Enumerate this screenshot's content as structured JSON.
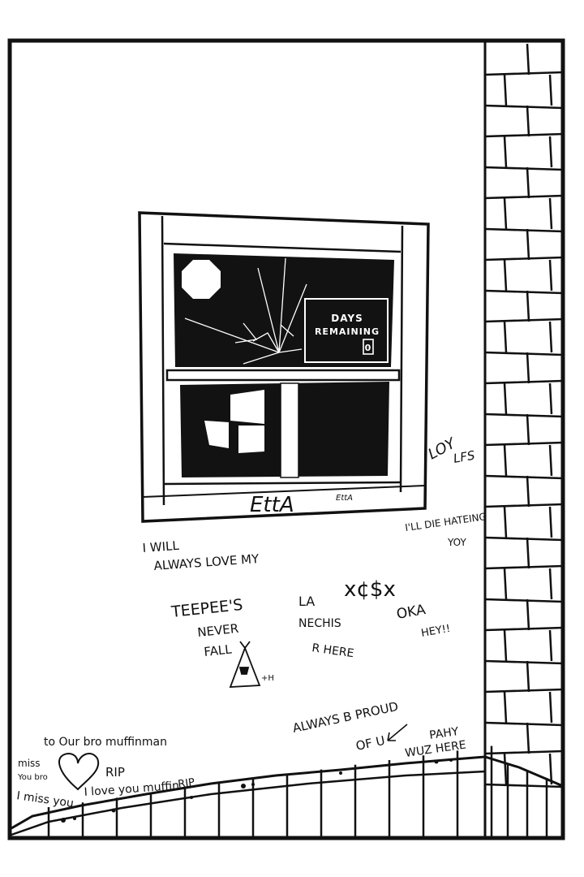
{
  "sign": {
    "line1": "DAYS",
    "line2": "REMAINING",
    "counter": "0"
  },
  "graffiti": {
    "etta_big": "EttA",
    "etta_small": "EttA",
    "tag_top_right": "LOY",
    "tag_top_right_2": "LFS",
    "ill_die_1": "I'LL DIE HATEING",
    "ill_die_2": "YOY",
    "love_1": "I WILL",
    "love_2": "ALWAYS LOVE MY",
    "teepee_1": "TEEPEE'S",
    "teepee_2": "NEVER",
    "teepee_3": "FALL",
    "teepee_mark": "+H",
    "lanechis_1": "LA",
    "lanechis_2": "NECHIS",
    "lanechis_3": "R HERE",
    "money": "x¢$x",
    "oka_1": "OKA",
    "oka_2": "HEY!!",
    "proud_1": "ALWAYS B PROUD",
    "proud_2": "OF U",
    "pahy_1": "PAHY",
    "pahy_2": "WUZ HERE",
    "muffin_1": "to Our bro muffinman",
    "muffin_miss_1": "miss",
    "muffin_miss_2": "You bro",
    "rip_1": "RIP",
    "muffin_3": "I miss you",
    "muffin_4": "I love you muffin",
    "rip_2": "RIP"
  }
}
